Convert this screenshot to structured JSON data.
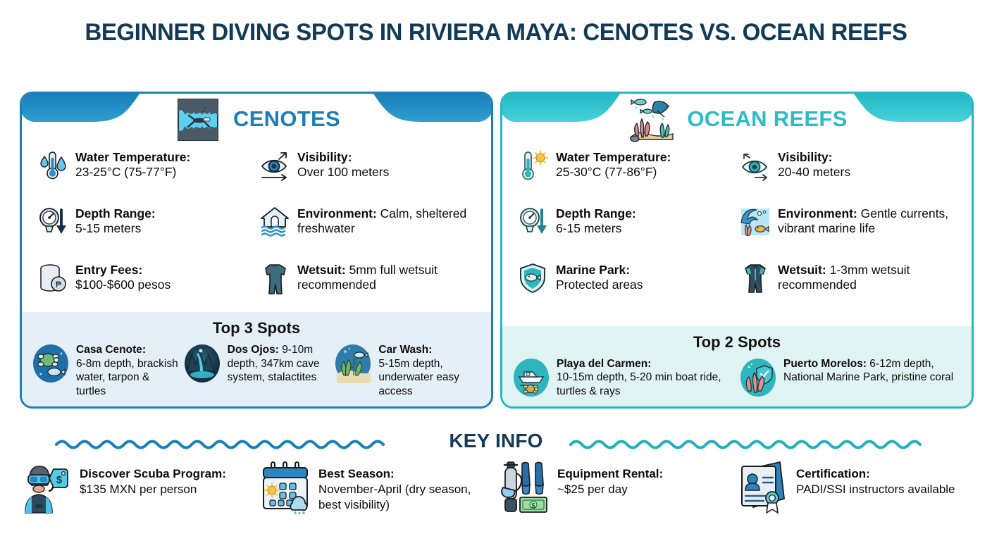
{
  "title": "BEGINNER DIVING SPOTS IN RIVIERA MAYA: CENOTES VS. OCEAN REEFS",
  "colors": {
    "title": "#123a57",
    "cenotes_accent": "#1b7fb8",
    "reefs_accent": "#2cbcc8",
    "cenotes_panel_bg": "#e5eff8",
    "reefs_panel_bg": "#e1f4f4",
    "page_bg": "#ffffff"
  },
  "cards": [
    {
      "id": "cenotes",
      "title": "CENOTES",
      "header_icon": "cenote-cave-diver-icon",
      "features": [
        {
          "icon": "thermometer-water-drops-icon",
          "label": "Water Temperature:",
          "value": "23-25°C (75-77°F)",
          "inline": false
        },
        {
          "icon": "eye-visibility-icon",
          "label": "Visibility:",
          "value": "Over 100 meters",
          "inline": false
        },
        {
          "icon": "depth-gauge-arrow-icon",
          "label": "Depth Range:",
          "value": "5-15 meters",
          "inline": false
        },
        {
          "icon": "sheltered-water-house-icon",
          "label": "Environment:",
          "value": "Calm, sheltered freshwater",
          "inline": true
        },
        {
          "icon": "coins-peso-icon",
          "label": "Entry Fees:",
          "value": "$100-$600 pesos",
          "inline": false
        },
        {
          "icon": "wetsuit-full-icon",
          "label": "Wetsuit:",
          "value": "5mm full wetsuit recommended",
          "inline": true
        }
      ],
      "spots_title": "Top 3 Spots",
      "spots": [
        {
          "icon": "turtle-fish-circle-icon",
          "label": "Casa Cenote:",
          "value": "6-8m depth, brackish water, tarpon & turtles",
          "inline": false
        },
        {
          "icon": "cave-waterfall-circle-icon",
          "label": "Dos Ojos:",
          "value": "9-10m depth, 347km cave system, stalactites",
          "inline": true
        },
        {
          "icon": "seaweed-fish-circle-icon",
          "label": "Car Wash:",
          "value": "5-15m depth, underwater easy access",
          "inline": false
        }
      ]
    },
    {
      "id": "ocean-reefs",
      "title": "OCEAN REEFS",
      "header_icon": "coral-reef-manta-ray-icon",
      "features": [
        {
          "icon": "thermometer-sun-icon",
          "label": "Water Temperature:",
          "value": "25-30°C (77-86°F)",
          "inline": false
        },
        {
          "icon": "eye-visibility-icon",
          "label": "Visibility:",
          "value": "20-40 meters",
          "inline": false
        },
        {
          "icon": "depth-gauge-arrow-icon",
          "label": "Depth Range:",
          "value": "6-15 meters",
          "inline": false
        },
        {
          "icon": "ocean-wave-coral-fish-icon",
          "label": "Environment:",
          "value": "Gentle currents, vibrant marine life",
          "inline": true
        },
        {
          "icon": "shield-fish-icon",
          "label": "Marine Park:",
          "value": "Protected areas",
          "inline": false
        },
        {
          "icon": "wetsuit-shorty-icon",
          "label": "Wetsuit:",
          "value": "1-3mm wetsuit recommended",
          "inline": true
        }
      ],
      "spots_title": "Top 2 Spots",
      "spots": [
        {
          "icon": "boat-turtle-circle-icon",
          "label": "Playa del Carmen:",
          "value": "10-15m depth, 5-20 min boat ride, turtles & rays",
          "inline": false
        },
        {
          "icon": "coral-shield-circle-icon",
          "label": "Puerto Morelos:",
          "value": "6-12m depth, National Marine Park, pristine coral",
          "inline": true
        }
      ]
    }
  ],
  "key_info": {
    "heading": "KEY INFO",
    "items": [
      {
        "icon": "scuba-diver-price-tag-icon",
        "label": "Discover Scuba Program:",
        "value": "$135 MXN per person",
        "inline": true
      },
      {
        "icon": "calendar-weather-icon",
        "label": "Best Season:",
        "value": "November-April (dry season, best visibility)",
        "inline": false
      },
      {
        "icon": "tank-fins-money-icon",
        "label": "Equipment Rental:",
        "value": "~$25 per day",
        "inline": false
      },
      {
        "icon": "certificate-badge-icon",
        "label": "Certification:",
        "value": "PADI/SSI instructors available",
        "inline": false
      }
    ]
  }
}
